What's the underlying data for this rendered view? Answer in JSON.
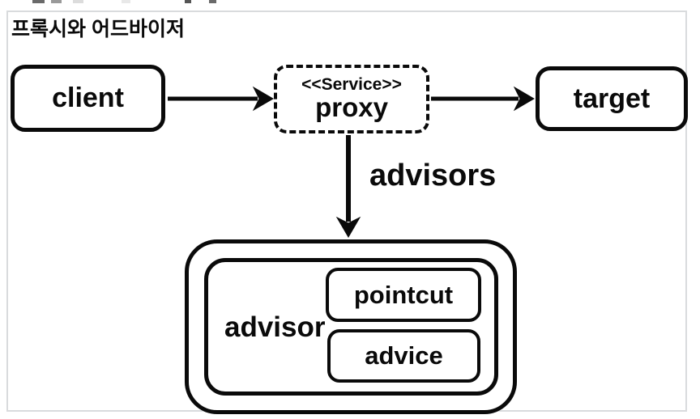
{
  "diagram": {
    "title": "프록시와 어드바이저",
    "nodes": {
      "client": {
        "label": "client"
      },
      "proxy": {
        "stereotype": "<<Service>>",
        "label": "proxy"
      },
      "target": {
        "label": "target"
      },
      "advisor": {
        "label": "advisor"
      },
      "pointcut": {
        "label": "pointcut"
      },
      "advice": {
        "label": "advice"
      }
    },
    "edges": {
      "client_to_proxy": "client → proxy",
      "proxy_to_target": "proxy → target",
      "proxy_to_advisor_label": "advisors"
    },
    "colors": {
      "stroke": "#0a0a0a",
      "frame_border": "#d9dbdd",
      "background": "#ffffff"
    }
  }
}
